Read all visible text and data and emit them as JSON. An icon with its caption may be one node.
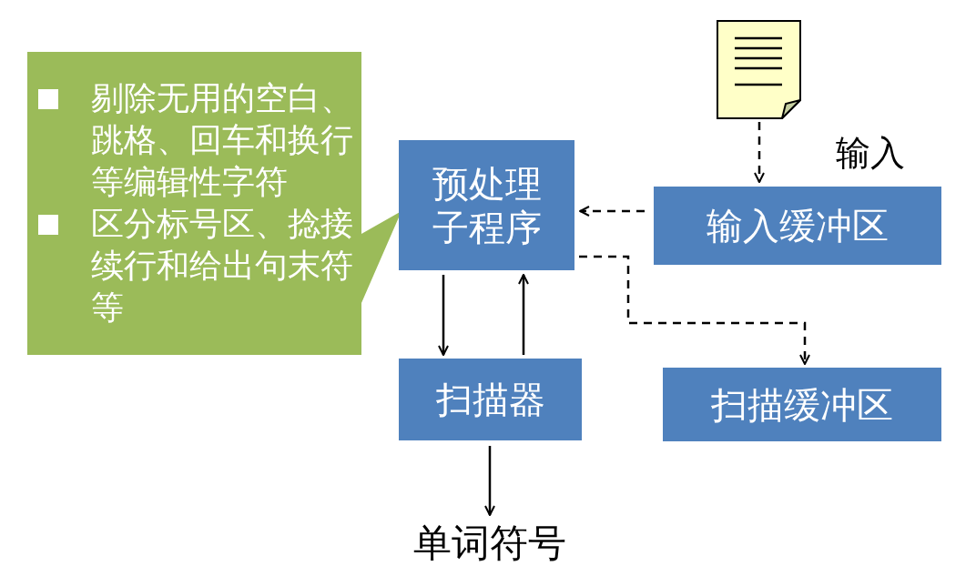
{
  "diagram": {
    "nodes": [
      {
        "text": [
          "剔除无用的空白、跳格、回车和换行等编辑性字符",
          "区分标号区、捻接续行和给出句末符等"
        ]
      },
      {
        "text": [
          "预处理子程序"
        ]
      },
      {
        "text": [],
        "shape": "document"
      },
      {
        "text": [
          "输入缓冲区"
        ]
      },
      {
        "text": [
          "扫描器"
        ]
      },
      {
        "text": [
          "扫描缓冲区"
        ]
      },
      {
        "text": [
          "单词符号"
        ]
      }
    ],
    "edges": [
      {
        "from": 2,
        "to": 3,
        "arrow": "to",
        "style": "dashed"
      },
      {
        "from": 3,
        "to": 1,
        "arrow": "to",
        "style": "dashed"
      },
      {
        "from": 1,
        "to": 5,
        "arrow": "to",
        "style": "dashed"
      },
      {
        "from": 1,
        "to": 4,
        "arrow": "to"
      },
      {
        "from": 4,
        "to": 1,
        "arrow": "to"
      },
      {
        "from": 4,
        "to": 6,
        "arrow": "to"
      }
    ],
    "labels": [
      "输入"
    ]
  }
}
